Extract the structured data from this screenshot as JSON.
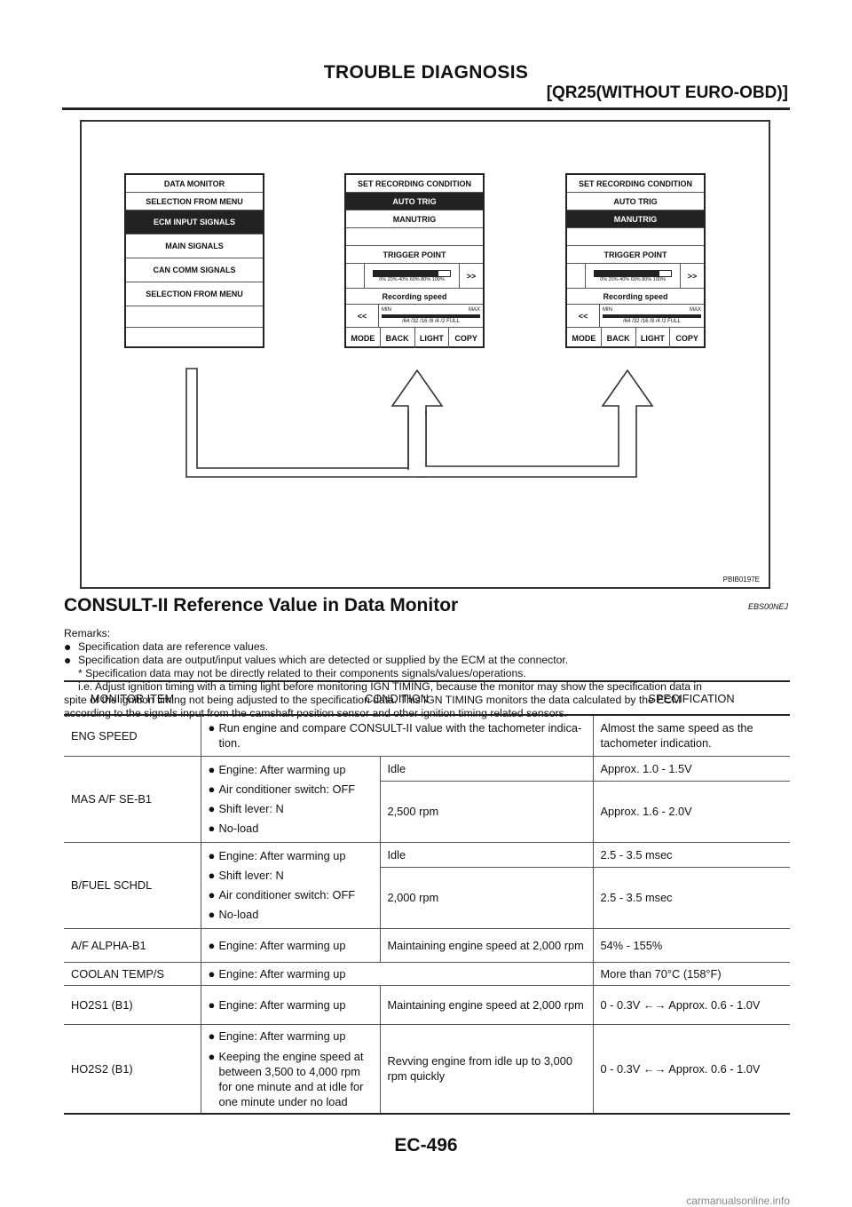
{
  "header": {
    "title": "TROUBLE DIAGNOSIS",
    "subtitle": "[QR25(WITHOUT EURO-OBD)]"
  },
  "figure": {
    "code": "PBIB0197E",
    "screen1": {
      "rows": [
        "DATA MONITOR",
        "SELECTION FROM MENU",
        "ECM INPUT SIGNALS",
        "MAIN SIGNALS",
        "CAN COMM SIGNALS",
        "SELECTION FROM MENU",
        "",
        ""
      ]
    },
    "screen2": {
      "title": "SET RECORDING CONDITION",
      "auto": "AUTO TRIG",
      "manu": "MANUTRIG",
      "trigger": "TRIGGER POINT",
      "next": ">>",
      "ticks": "0%  20%  40%  60%  80% 100%",
      "rec": "Recording speed",
      "prev": "<<",
      "min": "MIN",
      "max": "MAX",
      "speeds": "/64  /32  /16  /8  /4  /2  FULL",
      "mode": "MODE",
      "back": "BACK",
      "light": "LIGHT",
      "copy": "COPY",
      "trigger_level": 0.85
    },
    "screen3": {
      "title": "SET RECORDING CONDITION",
      "auto": "AUTO TRIG",
      "manu": "MANUTRIG",
      "trigger": "TRIGGER POINT",
      "next": ">>",
      "ticks": "0%  20%  40%  60%  80% 100%",
      "rec": "Recording speed",
      "prev": "<<",
      "min": "MIN",
      "max": "MAX",
      "speeds": "/64  /32  /16  /8  /4  /2  FULL",
      "mode": "MODE",
      "back": "BACK",
      "light": "LIGHT",
      "copy": "COPY",
      "trigger_level": 0.85
    }
  },
  "section": {
    "title": "CONSULT-II Reference Value in Data Monitor",
    "code": "EBS00NEJ"
  },
  "remarks": {
    "label": "Remarks:",
    "bullet1": "Specification data are reference values.",
    "bullet2": "Specification data are output/input values which are detected or supplied by the ECM at the connector.",
    "note1": "* Specification data may not be directly related to their components signals/values/operations.",
    "note2a": "i.e. Adjust ignition timing with a timing light before monitoring IGN TIMING, because the monitor may show the specification data in",
    "note2b": "spite of the ignition timing not being adjusted to the specification data. This IGN TIMING monitors the data calculated by the ECM",
    "note2c": "according to the signals input from the camshaft position sensor and other ignition timing related sensors."
  },
  "table": {
    "headers": [
      "MONITOR ITEM",
      "CONDITION",
      "SPECIFICATION"
    ],
    "eng_speed": {
      "item": "ENG SPEED",
      "cond": "Run engine and compare CONSULT-II value with the tachometer indica-tion.",
      "spec": "Almost the same speed as the tachometer indication."
    },
    "mas": {
      "item": "MAS A/F SE-B1",
      "c1": "Engine: After warming up",
      "c2": "Air conditioner switch: OFF",
      "c3": "Shift lever: N",
      "c4": "No-load",
      "s1": "Idle",
      "v1": "Approx. 1.0 - 1.5V",
      "s2": "2,500 rpm",
      "v2": "Approx. 1.6 - 2.0V"
    },
    "bfuel": {
      "item": "B/FUEL SCHDL",
      "c1": "Engine: After warming up",
      "c2": "Shift lever: N",
      "c3": "Air conditioner switch: OFF",
      "c4": "No-load",
      "s1": "Idle",
      "v1": "2.5 - 3.5 msec",
      "s2": "2,000 rpm",
      "v2": "2.5 - 3.5 msec"
    },
    "alpha": {
      "item": "A/F ALPHA-B1",
      "c1": "Engine: After warming up",
      "s1": "Maintaining engine speed at 2,000 rpm",
      "v1": "54% - 155%"
    },
    "coolan": {
      "item": "COOLAN TEMP/S",
      "c1": "Engine: After warming up",
      "v1": "More than 70°C (158°F)"
    },
    "ho2s1": {
      "item": "HO2S1 (B1)",
      "c1": "Engine: After warming up",
      "s1": "Maintaining engine speed at 2,000 rpm",
      "v1": "0 - 0.3V ←→ Approx. 0.6 - 1.0V"
    },
    "ho2s2": {
      "item": "HO2S2 (B1)",
      "c1": "Engine: After warming up",
      "c2": "Keeping the engine speed at between 3,500 to 4,000 rpm for one minute and at idle for one minute under no load",
      "s1": "Revving engine from idle up to 3,000 rpm quickly",
      "v1": "0 - 0.3V ←→ Approx. 0.6 - 1.0V"
    }
  },
  "footer": {
    "page": "EC-496"
  },
  "watermark": "carmanualsonline.info",
  "bullet_glyph": "●"
}
